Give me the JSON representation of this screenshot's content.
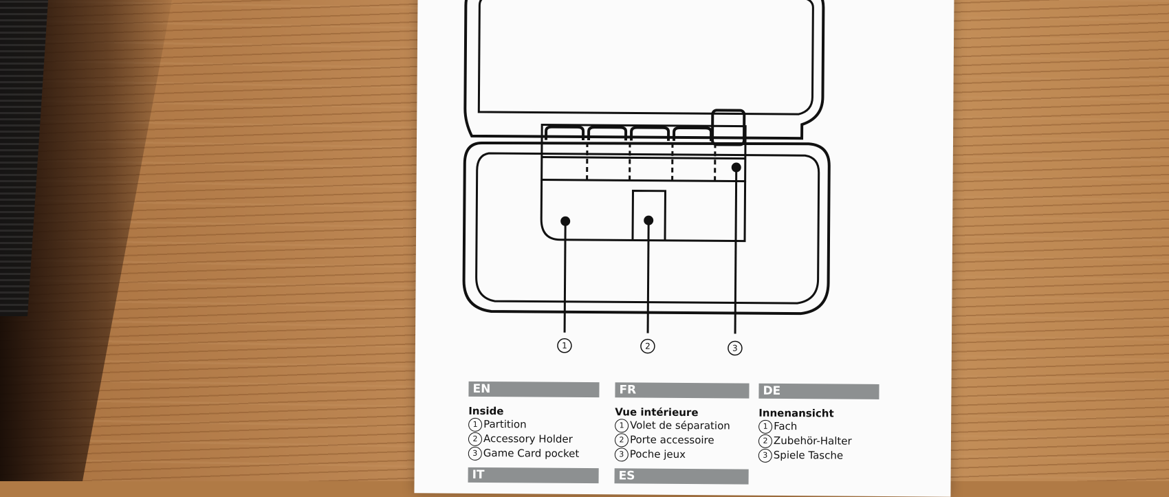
{
  "callouts": [
    "1",
    "2",
    "3"
  ],
  "sections": [
    {
      "lang": "EN",
      "heading": "Inside",
      "items": [
        {
          "num": "1",
          "text": "Partition"
        },
        {
          "num": "2",
          "text": "Accessory Holder"
        },
        {
          "num": "3",
          "text": "Game Card pocket"
        }
      ]
    },
    {
      "lang": "FR",
      "heading": "Vue intérieure",
      "items": [
        {
          "num": "1",
          "text": "Volet de séparation"
        },
        {
          "num": "2",
          "text": "Porte accessoire"
        },
        {
          "num": "3",
          "text": "Poche jeux"
        }
      ]
    },
    {
      "lang": "DE",
      "heading": "Innenansicht",
      "items": [
        {
          "num": "1",
          "text": "Fach"
        },
        {
          "num": "2",
          "text": "Zubehör-Halter"
        },
        {
          "num": "3",
          "text": "Spiele Tasche"
        }
      ]
    }
  ],
  "partial_tabs": [
    "IT",
    "ES"
  ],
  "colors": {
    "tab_gray": "#8d9091",
    "line": "#111111",
    "card": "#fbfbfb"
  }
}
